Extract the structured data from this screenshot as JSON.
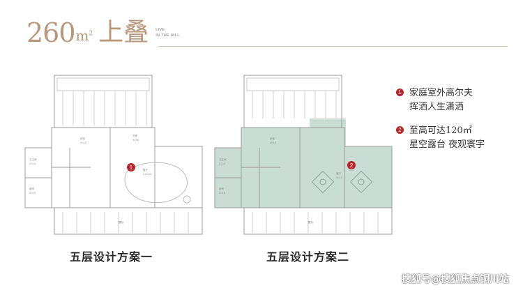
{
  "header": {
    "area_number": "260",
    "area_unit": "m",
    "area_sup": "2",
    "type": "上叠",
    "sub_line1": "LIVE",
    "sub_line2": "IN THE HILL"
  },
  "plans": [
    {
      "caption": "五层设计方案一",
      "marker": "1",
      "rooms": [
        "卧室",
        "3×4.3",
        "客厅",
        "4.3×3.9",
        "书房",
        "3×3.6",
        "卫生间",
        "2.1×3",
        "厨房",
        "3×3.5",
        "露台"
      ],
      "highlight": false
    },
    {
      "caption": "五层设计方案二",
      "marker": "2",
      "rooms": [
        "卧室",
        "3×4.3",
        "客厅",
        "3×4.1",
        "卫生间",
        "2.1×3",
        "厨房",
        "3×3.5",
        "露台"
      ],
      "highlight": true
    }
  ],
  "features": [
    {
      "num": "1",
      "line1": "家庭室外高尔夫",
      "line2": "挥洒人生潇洒"
    },
    {
      "num": "2",
      "line1": "至高可达120㎡",
      "line2": "星空露台 夜观寰宇"
    }
  ],
  "watermark": "搜狐号@搜狐焦点铜川站",
  "colors": {
    "gold": "#b8977a",
    "badge_red": "#b8242a",
    "plan_line": "#9a9a9a",
    "highlight_fill": "#c9ddd5"
  }
}
